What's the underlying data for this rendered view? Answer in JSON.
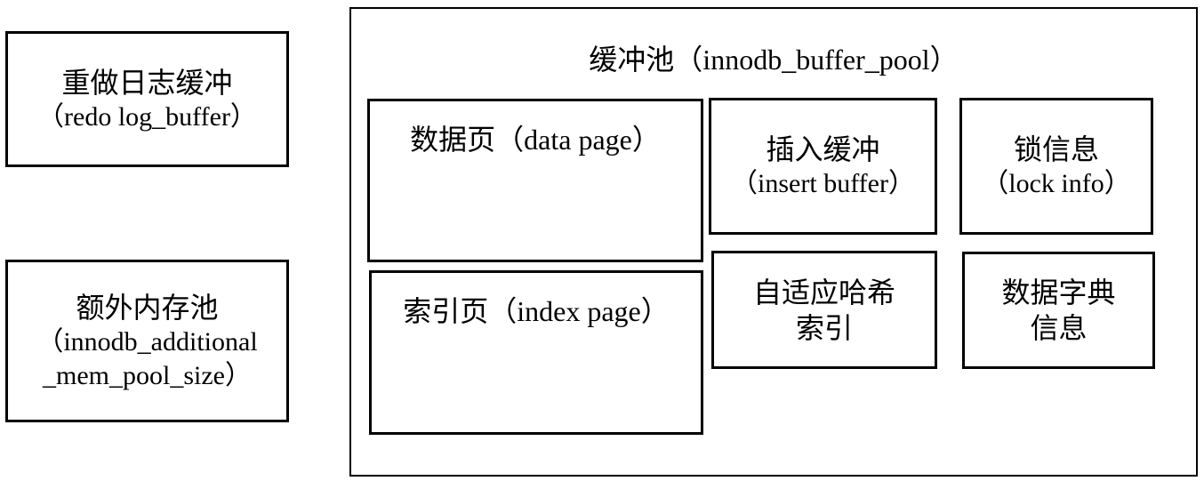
{
  "left": {
    "redo": {
      "title": "重做日志缓冲",
      "subtitle": "（redo log_buffer）"
    },
    "extra_mem": {
      "title": "额外内存池",
      "line2": "（innodb_additional",
      "line3": "_mem_pool_size）"
    }
  },
  "buffer_pool": {
    "title": "缓冲池（innodb_buffer_pool）",
    "data_page": "数据页（data page）",
    "index_page": "索引页（index page）",
    "insert_buffer": {
      "title": "插入缓冲",
      "subtitle": "（insert buffer）"
    },
    "lock_info": {
      "title": "锁信息",
      "subtitle": "（lock info）"
    },
    "adaptive_hash": {
      "line1": "自适应哈希",
      "line2": "索引"
    },
    "dict_info": {
      "line1": "数据字典",
      "line2": "信息"
    }
  }
}
